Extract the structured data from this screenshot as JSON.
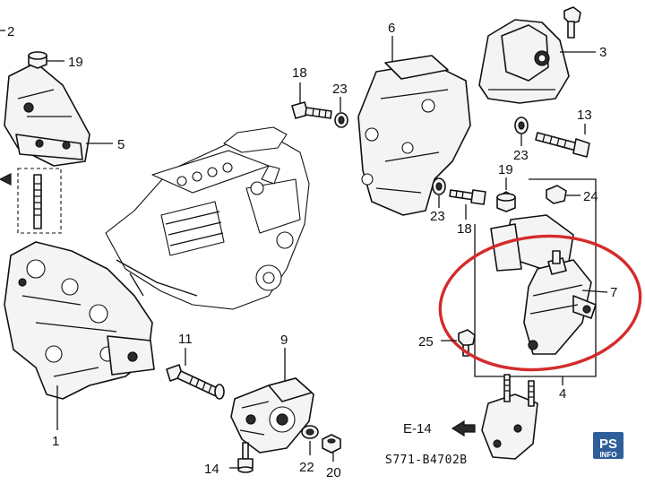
{
  "diagram": {
    "diagram_code": "S771-B4702B",
    "highlight_color": "#d42b2b",
    "reference": {
      "text": "E-14"
    },
    "callouts": [
      {
        "id": "c2",
        "text": "2"
      },
      {
        "id": "c19a",
        "text": "19"
      },
      {
        "id": "c5",
        "text": "5"
      },
      {
        "id": "c1",
        "text": "1"
      },
      {
        "id": "c11",
        "text": "11"
      },
      {
        "id": "c9",
        "text": "9"
      },
      {
        "id": "c14",
        "text": "14"
      },
      {
        "id": "c22",
        "text": "22"
      },
      {
        "id": "c20",
        "text": "20"
      },
      {
        "id": "c18a",
        "text": "18"
      },
      {
        "id": "c23a",
        "text": "23"
      },
      {
        "id": "c6",
        "text": "6"
      },
      {
        "id": "c3",
        "text": "3"
      },
      {
        "id": "c13",
        "text": "13"
      },
      {
        "id": "c23b",
        "text": "23"
      },
      {
        "id": "c19b",
        "text": "19"
      },
      {
        "id": "c24",
        "text": "24"
      },
      {
        "id": "c23c",
        "text": "23"
      },
      {
        "id": "c18b",
        "text": "18"
      },
      {
        "id": "c7",
        "text": "7"
      },
      {
        "id": "c25",
        "text": "25"
      },
      {
        "id": "c4",
        "text": "4"
      }
    ],
    "watermark": {
      "line1": "PS",
      "line2": "INFO"
    }
  }
}
